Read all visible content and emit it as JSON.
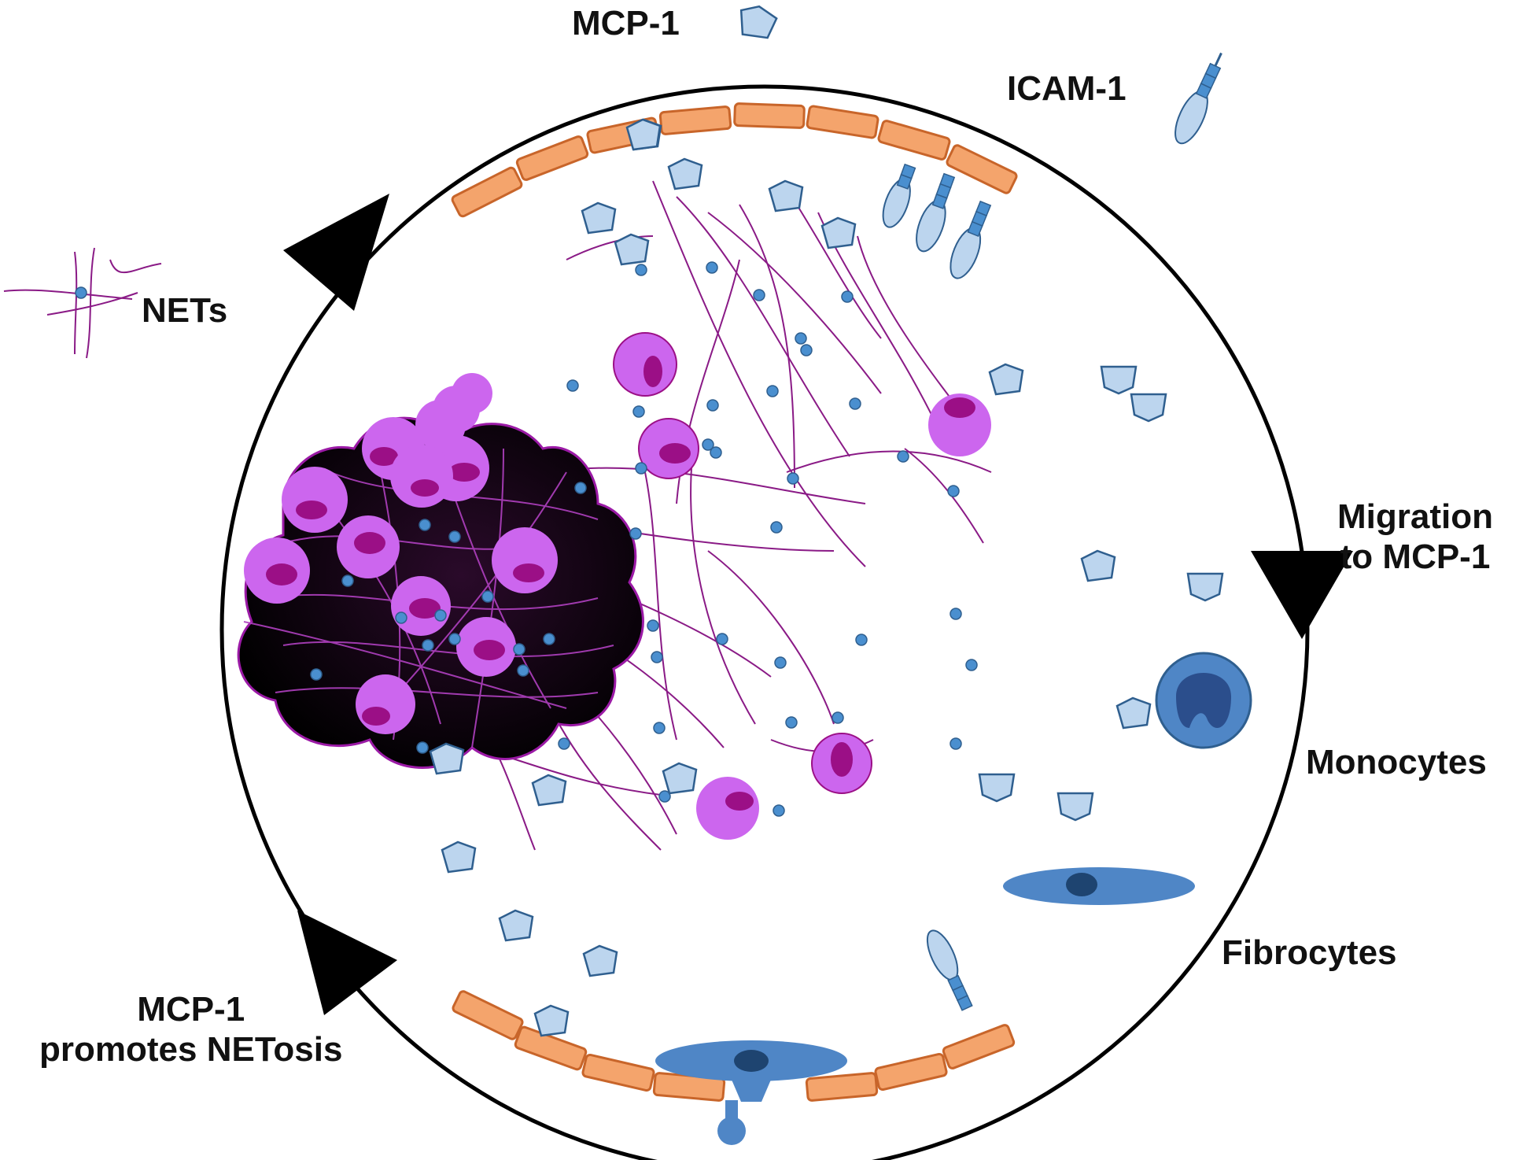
{
  "labels": {
    "mcp1": "MCP-1",
    "icam1": "ICAM-1",
    "nets": "NETs",
    "migration_line1": "Migration",
    "migration_line2": "to MCP-1",
    "monocytes": "Monocytes",
    "fibrocytes": "Fibrocytes",
    "promotes_line1": "MCP-1",
    "promotes_line2": "promotes NETosis"
  },
  "colors": {
    "circle_outline": "#000000",
    "endothelium_fill": "#f4a46c",
    "endothelium_stroke": "#c8652a",
    "chemokine_fill": "#bcd5ee",
    "chemokine_stroke": "#2f5f8f",
    "net_fiber": "#8a1a86",
    "neutrophil_cell": "#cc66ee",
    "neutrophil_nucleus": "#9b0f86",
    "dot": "#4a8fcf",
    "monocyte_cell": "#4f86c6",
    "monocyte_nucleus": "#2b4e8c",
    "fibrocyte_cell": "#4f86c6",
    "fibrocyte_nucleus": "#1e4470",
    "thrombus_core": "#000000"
  },
  "icons": {
    "mcp1_legend": "pentagon-chemokine-icon",
    "icam1_legend": "icam-molecule-icon",
    "nets_legend": "net-fiber-icon",
    "cycle_arrow": "arrowhead-icon"
  }
}
